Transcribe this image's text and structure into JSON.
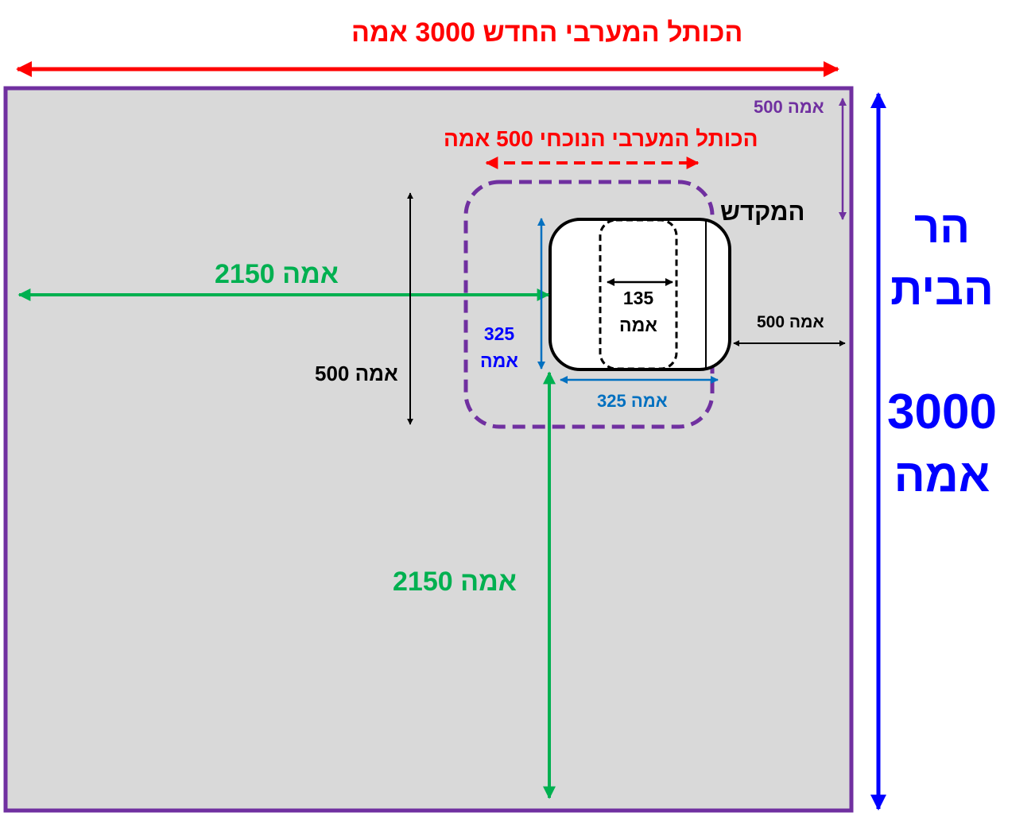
{
  "colors": {
    "background": "#d9d9d9",
    "frame": "#7030a0",
    "red": "#ff0000",
    "blue": "#0000ff",
    "light_blue": "#0070c0",
    "green": "#00b050",
    "black": "#000000",
    "white": "#ffffff"
  },
  "labels": {
    "new_wall": "הכותל המערבי החדש 3000 אמה",
    "current_wall": "הכותל המערבי הנוכחי 500 אמה",
    "top_gap": "500 אמה",
    "temple": "המקדש",
    "mount_line1": "הר",
    "mount_line2": "הבית",
    "mount_size_line1": "3000",
    "mount_size_line2": "אמה",
    "west_distance": "2150 אמה",
    "south_distance": "2150 אמה",
    "side_width_line1": "325",
    "side_width_line2": "אמה",
    "bottom_width": "325 אמה",
    "inner_line1": "135",
    "inner_line2": "אמה",
    "vertical_500": "500 אמה",
    "east_gap": "500 אמה"
  }
}
